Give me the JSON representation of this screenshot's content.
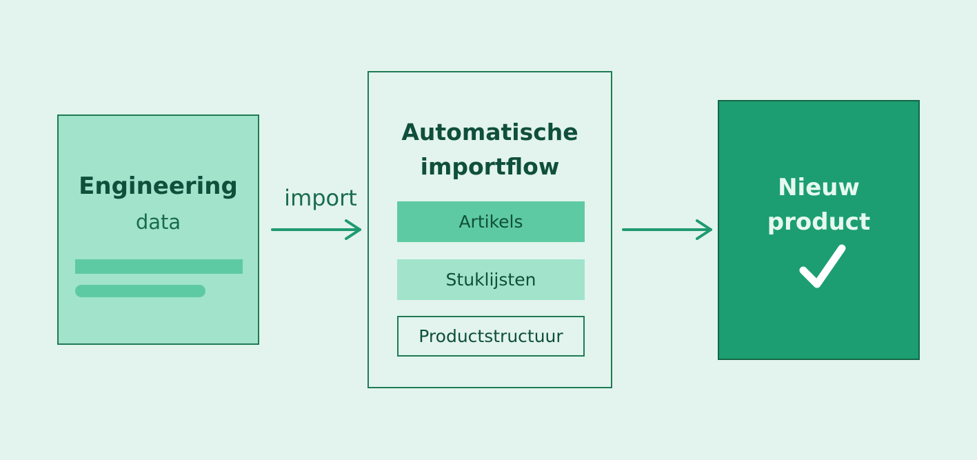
{
  "engineering": {
    "title": "Engineering",
    "subtitle": "data"
  },
  "arrow_import": {
    "label": "import"
  },
  "flow": {
    "title_line1": "Automatische",
    "title_line2": "importflow",
    "items": [
      {
        "label": "Artikels"
      },
      {
        "label": "Stuklijsten"
      },
      {
        "label": "Productstructuur"
      }
    ]
  },
  "product": {
    "title_line1": "Nieuw",
    "title_line2": "product",
    "status_icon": "checkmark-icon"
  },
  "colors": {
    "background": "#e2f4ed",
    "light_green": "#a1e3cb",
    "mid_green": "#5ecaa3",
    "dark_green": "#1c9e72",
    "text_dark": "#0f4f3b",
    "arrow": "#1f9a70"
  }
}
